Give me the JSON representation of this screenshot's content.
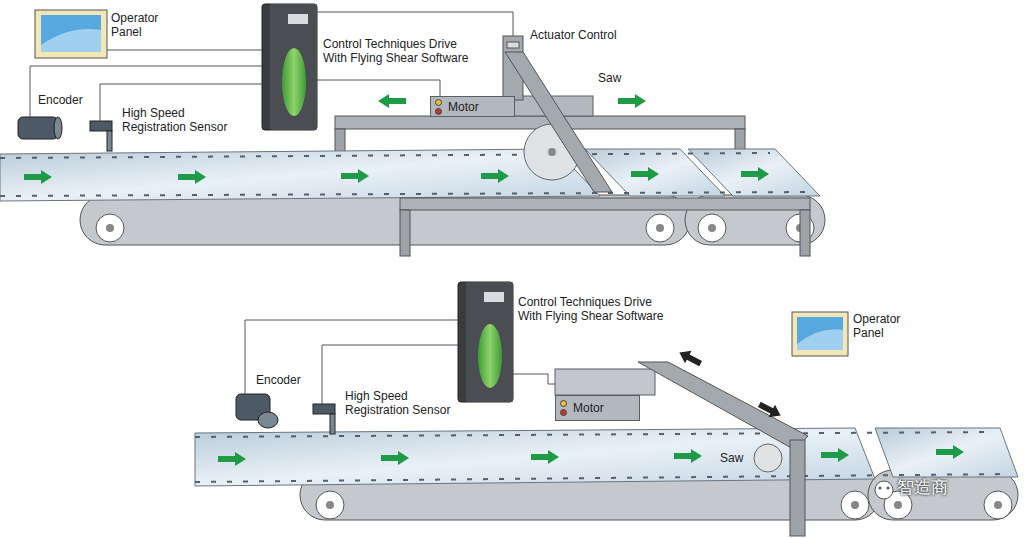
{
  "diagram": {
    "nodes": [
      {
        "text": [
          "Motor"
        ]
      },
      {
        "text": [
          "Motor"
        ]
      }
    ],
    "labels": [
      "Operator Panel",
      "Control Techniques Drive With Flying Shear Software",
      "Actuator Control",
      "Saw",
      "Encoder",
      "High Speed Registration Sensor",
      "Control Techniques Drive With Flying Shear Software",
      "Operator Panel",
      "Encoder",
      "High Speed Registration Sensor",
      "Saw",
      "智造商"
    ]
  }
}
